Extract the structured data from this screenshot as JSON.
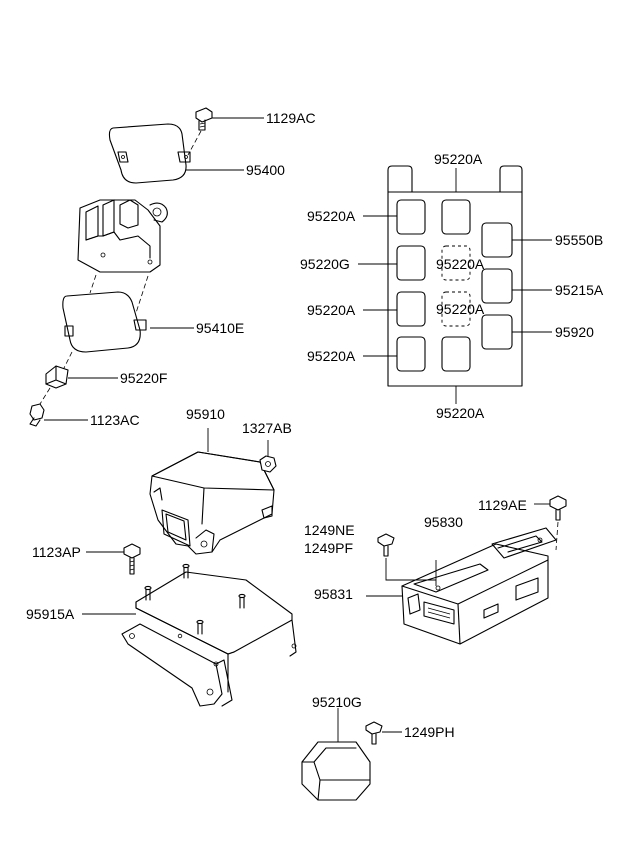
{
  "callouts": {
    "c1129AC": "1129AC",
    "c95400": "95400",
    "c95410E": "95410E",
    "c95220F": "95220F",
    "c1123AC": "1123AC",
    "c95910": "95910",
    "c1327AB": "1327AB",
    "c1123AP": "1123AP",
    "c95915A": "95915A",
    "c95210G": "95210G",
    "c1249PH": "1249PH",
    "c1249NE": "1249NE",
    "c1249PF": "1249PF",
    "c95830": "95830",
    "c1129AE": "1129AE",
    "c95831": "95831"
  },
  "fuse_box": {
    "top": "95220A",
    "left_1": "95220A",
    "left_2": "95220G",
    "left_3": "95220A",
    "left_4": "95220A",
    "center_1": "95220A",
    "center_2": "95220A",
    "right_1": "95550B",
    "right_2": "95215A",
    "right_3": "95920",
    "bottom": "95220A"
  }
}
